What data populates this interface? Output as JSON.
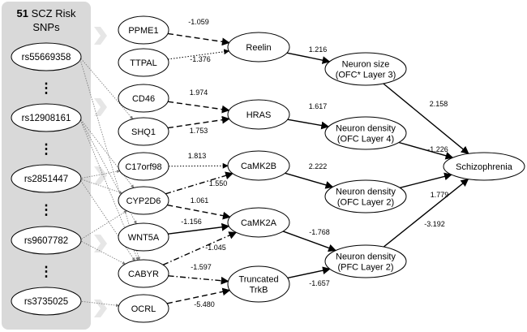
{
  "panel": {
    "title_count": "51",
    "title_line1_rest": " SCZ Risk",
    "title_line2": "SNPs",
    "ellipsis": "⋮"
  },
  "snps": [
    {
      "id": "s1",
      "label": "rs55669358"
    },
    {
      "id": "s2",
      "label": "rs12908161"
    },
    {
      "id": "s3",
      "label": "rs2851447"
    },
    {
      "id": "s4",
      "label": "rs9607782"
    },
    {
      "id": "s5",
      "label": "rs3735025"
    }
  ],
  "genes": [
    {
      "id": "g1",
      "label": "PPME1"
    },
    {
      "id": "g2",
      "label": "TTPAL"
    },
    {
      "id": "g3",
      "label": "CD46"
    },
    {
      "id": "g4",
      "label": "SHQ1"
    },
    {
      "id": "g5",
      "label": "C17orf98"
    },
    {
      "id": "g6",
      "label": "CYP2D6"
    },
    {
      "id": "g7",
      "label": "WNT5A"
    },
    {
      "id": "g8",
      "label": "CABYR"
    },
    {
      "id": "g9",
      "label": "OCRL"
    }
  ],
  "proteins": [
    {
      "id": "p1",
      "lines": [
        "Reelin"
      ]
    },
    {
      "id": "p2",
      "lines": [
        "HRAS"
      ]
    },
    {
      "id": "p3",
      "lines": [
        "CaMK2B"
      ]
    },
    {
      "id": "p4",
      "lines": [
        "CaMK2A"
      ]
    },
    {
      "id": "p5",
      "lines": [
        "Truncated",
        "TrkB"
      ]
    }
  ],
  "phenotypes": [
    {
      "id": "n1",
      "lines": [
        "Neuron size",
        "(OFC* Layer 3)"
      ]
    },
    {
      "id": "n2",
      "lines": [
        "Neuron density",
        "(OFC Layer 4)"
      ]
    },
    {
      "id": "n3",
      "lines": [
        "Neuron density",
        "(OFC Layer 2)"
      ]
    },
    {
      "id": "n4",
      "lines": [
        "Neuron density",
        "(PFC Layer 2)"
      ]
    }
  ],
  "outcome": {
    "id": "o1",
    "label": "Schizophrenia"
  },
  "edges": [
    {
      "from": "g1",
      "to": "p1",
      "style": "dashed",
      "label": "-1.059"
    },
    {
      "from": "g2",
      "to": "p1",
      "style": "dotted",
      "label": "-1.376"
    },
    {
      "from": "g3",
      "to": "p2",
      "style": "dashed",
      "label": "1.974"
    },
    {
      "from": "g4",
      "to": "p2",
      "style": "dashed",
      "label": "1.753"
    },
    {
      "from": "g5",
      "to": "p3",
      "style": "dotted",
      "label": "1.813"
    },
    {
      "from": "g6",
      "to": "p3",
      "style": "dashdot",
      "label": "1.550"
    },
    {
      "from": "g6",
      "to": "p4",
      "style": "dashed",
      "label": "1.061"
    },
    {
      "from": "g7",
      "to": "p4",
      "style": "solid",
      "label": "-1.156"
    },
    {
      "from": "g8",
      "to": "p4",
      "style": "dashdot",
      "label": "-1.045"
    },
    {
      "from": "g8",
      "to": "p5",
      "style": "dashdot",
      "label": "-1.597"
    },
    {
      "from": "g9",
      "to": "p5",
      "style": "dashed",
      "label": "-5.480"
    },
    {
      "from": "p1",
      "to": "n1",
      "style": "solid",
      "label": "1.216"
    },
    {
      "from": "p2",
      "to": "n2",
      "style": "solid",
      "label": "1.617"
    },
    {
      "from": "p3",
      "to": "n3",
      "style": "solid",
      "label": "2.222"
    },
    {
      "from": "p4",
      "to": "n4",
      "style": "solid",
      "label": "-1.768"
    },
    {
      "from": "p5",
      "to": "n4",
      "style": "solid",
      "label": "-1.657"
    },
    {
      "from": "n1",
      "to": "o1",
      "style": "solid",
      "label": "2.158"
    },
    {
      "from": "n2",
      "to": "o1",
      "style": "solid",
      "label": "-1.226"
    },
    {
      "from": "n3",
      "to": "o1",
      "style": "solid",
      "label": "1.779"
    },
    {
      "from": "n4",
      "to": "o1",
      "style": "solid",
      "label": "-3.192"
    }
  ],
  "snp_links": [
    {
      "from": "s1",
      "to": "g4"
    },
    {
      "from": "s1",
      "to": "g8"
    },
    {
      "from": "s2",
      "to": "g6"
    },
    {
      "from": "s2",
      "to": "g7"
    },
    {
      "from": "s2",
      "to": "g8"
    },
    {
      "from": "s3",
      "to": "g5"
    },
    {
      "from": "s3",
      "to": "g6"
    },
    {
      "from": "s3",
      "to": "g8"
    },
    {
      "from": "s4",
      "to": "g6"
    },
    {
      "from": "s4",
      "to": "g8"
    },
    {
      "from": "s5",
      "to": "g9"
    }
  ],
  "colors": {
    "panel_bg": "#d9d9d9",
    "chevron": "#e6e6e6",
    "stroke": "#000000",
    "snp_link": "#777777"
  }
}
